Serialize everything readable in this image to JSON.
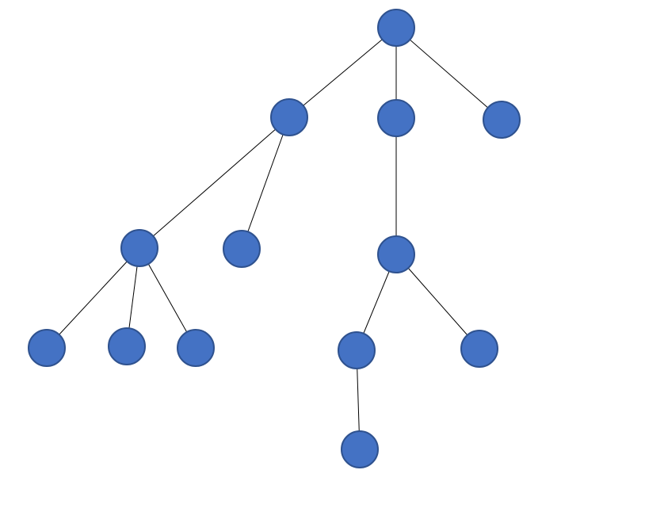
{
  "diagram": {
    "type": "tree",
    "colors": {
      "node_fill": "#4472C4",
      "node_stroke": "#2F528F",
      "edge": "#000000",
      "background": "#FFFFFF"
    },
    "nodes": [
      {
        "id": "n1"
      },
      {
        "id": "n2"
      },
      {
        "id": "n3"
      },
      {
        "id": "n4"
      },
      {
        "id": "n5"
      },
      {
        "id": "n6"
      },
      {
        "id": "n7"
      },
      {
        "id": "n8"
      },
      {
        "id": "n9"
      },
      {
        "id": "n10"
      },
      {
        "id": "n11"
      },
      {
        "id": "n12"
      },
      {
        "id": "n13"
      },
      {
        "id": "n14"
      }
    ],
    "edges": [
      {
        "from": "n1",
        "to": "n2"
      },
      {
        "from": "n1",
        "to": "n3"
      },
      {
        "from": "n1",
        "to": "n4"
      },
      {
        "from": "n2",
        "to": "n5"
      },
      {
        "from": "n2",
        "to": "n6"
      },
      {
        "from": "n3",
        "to": "n7"
      },
      {
        "from": "n5",
        "to": "n8"
      },
      {
        "from": "n5",
        "to": "n9"
      },
      {
        "from": "n5",
        "to": "n10"
      },
      {
        "from": "n7",
        "to": "n11"
      },
      {
        "from": "n7",
        "to": "n12"
      },
      {
        "from": "n11",
        "to": "n13"
      }
    ]
  }
}
